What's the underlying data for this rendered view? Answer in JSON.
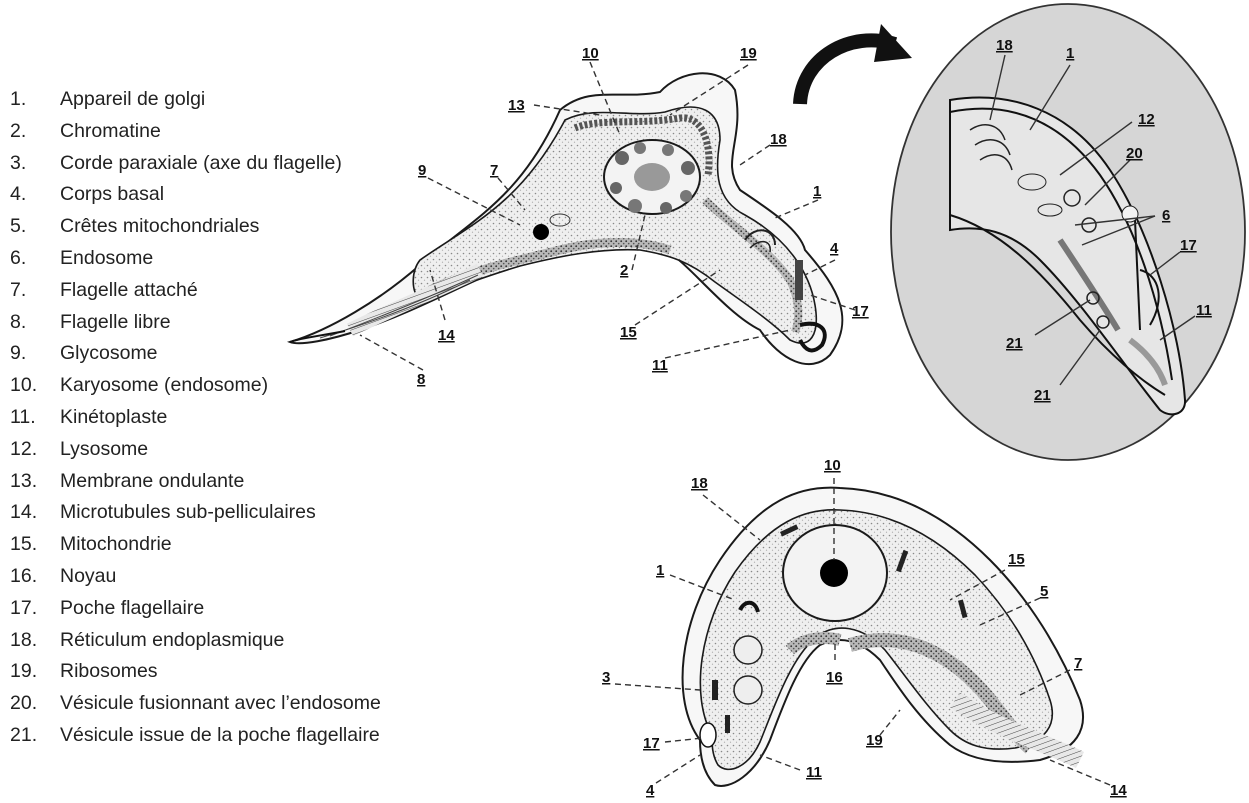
{
  "legend": [
    {
      "num": "1.",
      "text": "Appareil de golgi"
    },
    {
      "num": "2.",
      "text": "Chromatine"
    },
    {
      "num": "3.",
      "text": "Corde paraxiale (axe du flagelle)"
    },
    {
      "num": "4.",
      "text": "Corps basal"
    },
    {
      "num": "5.",
      "text": "Crêtes mitochondriales"
    },
    {
      "num": "6.",
      "text": "Endosome"
    },
    {
      "num": "7.",
      "text": "Flagelle attaché"
    },
    {
      "num": "8.",
      "text": "Flagelle libre"
    },
    {
      "num": "9.",
      "text": "Glycosome"
    },
    {
      "num": "10.",
      "text": "Karyosome (endosome)"
    },
    {
      "num": "11.",
      "text": "Kinétoplaste"
    },
    {
      "num": "12.",
      "text": "Lysosome"
    },
    {
      "num": "13.",
      "text": "Membrane ondulante"
    },
    {
      "num": "14.",
      "text": "Microtubules sub-pelliculaires"
    },
    {
      "num": "15.",
      "text": "Mitochondrie"
    },
    {
      "num": "16.",
      "text": "Noyau"
    },
    {
      "num": "17.",
      "text": "Poche flagellaire"
    },
    {
      "num": "18.",
      "text": "Réticulum endoplasmique"
    },
    {
      "num": "19.",
      "text": "Ribosomes"
    },
    {
      "num": "20.",
      "text": "Vésicule fusionnant avec l’endosome"
    },
    {
      "num": "21.",
      "text": "Vésicule issue de la poche flagellaire"
    }
  ],
  "top_labels": [
    "10",
    "19",
    "13",
    "18",
    "9",
    "7",
    "1",
    "4",
    "2",
    "17",
    "14",
    "15",
    "11",
    "8"
  ],
  "zoom_labels": [
    "18",
    "1",
    "12",
    "20",
    "6",
    "17",
    "11",
    "21",
    "21"
  ],
  "bottom_labels": [
    "10",
    "18",
    "15",
    "1",
    "5",
    "16",
    "3",
    "7",
    "17",
    "19",
    "11",
    "4",
    "14"
  ],
  "colors": {
    "ink": "#1a1a1a",
    "zoom_fill": "#d6d6d6",
    "cytoplasm": "#ececec"
  }
}
